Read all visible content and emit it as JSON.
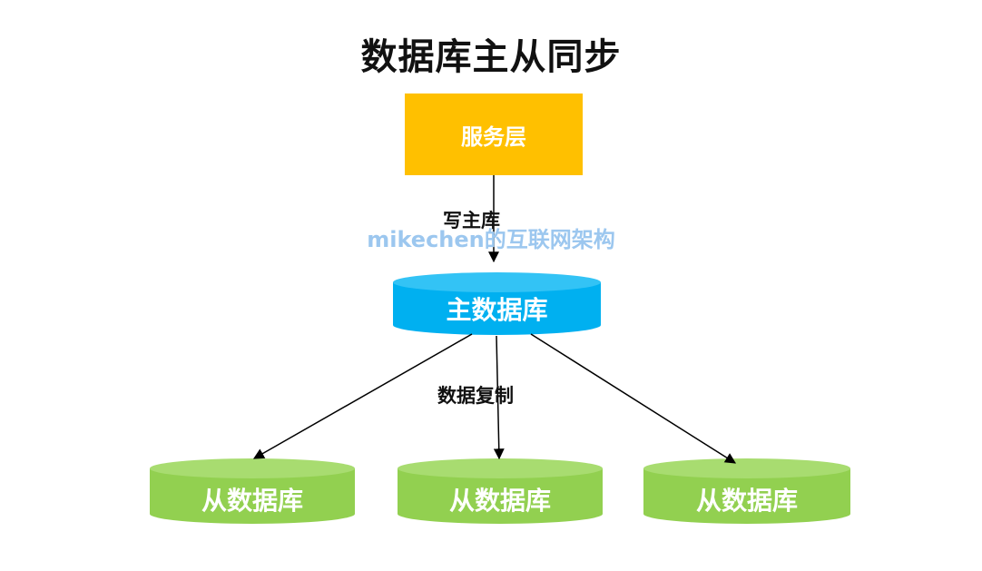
{
  "title": "数据库主从同步",
  "service_layer": {
    "label": "服务层",
    "color": "#FFC000"
  },
  "edge_write": {
    "label": "写主库"
  },
  "edge_replicate": {
    "label": "数据复制"
  },
  "watermark": "mikechen的互联网架构",
  "master": {
    "label": "主数据库",
    "color": "#00B0F0",
    "top_color": "#33C3F5"
  },
  "slaves": [
    {
      "label": "从数据库"
    },
    {
      "label": "从数据库"
    },
    {
      "label": "从数据库"
    }
  ],
  "colors": {
    "slave": "#92D050",
    "slave_top": "#A8DC70",
    "arrow": "#000000"
  }
}
